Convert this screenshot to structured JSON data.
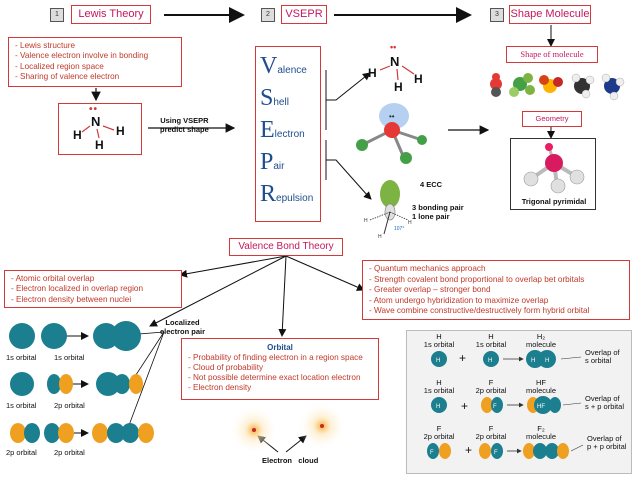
{
  "header": {
    "step1_num": "1",
    "step1_title": "Lewis Theory",
    "step2_num": "2",
    "step2_title": "VSEPR",
    "step3_num": "3",
    "step3_title": "Shape Molecule"
  },
  "lewis": {
    "bullets": [
      "Lewis structure",
      "Valence electron involve in bonding",
      "Localized region space",
      "Sharing of valence electron"
    ],
    "atoms": {
      "n": "N",
      "h1": "H",
      "h2": "H",
      "h3": "H"
    },
    "using_vsepr_line1": "Using VSEPR",
    "using_vsepr_line2": "predict shape"
  },
  "vsepr": {
    "words": [
      {
        "letter": "V",
        "rest": "alence"
      },
      {
        "letter": "S",
        "rest": "hell"
      },
      {
        "letter": "E",
        "rest": "lectron"
      },
      {
        "letter": "P",
        "rest": "air"
      },
      {
        "letter": "R",
        "rest": "epulsion"
      }
    ],
    "ecc": "4 ECC",
    "bonding": "3 bonding pair",
    "lone": "1 lone pair"
  },
  "shape": {
    "shape_of_molecule": "Shape of molecule",
    "geometry": "Geometry",
    "trigonal": "Trigonal pyrimidal"
  },
  "vbt": {
    "title": "Valence Bond Theory",
    "left_bullets": [
      "Atomic  orbital overlap",
      "Electron localized in overlap region",
      " Electron density between nuclei"
    ],
    "right_bullets": [
      "Quantum mechanics approach",
      "Strength covalent bond proportional to overlap bet orbitals",
      "Greater overlap – stronger bond",
      "Atom undergo hybridization to maximize overlap",
      "Wave combine constructive/destructively form hybrid orbital"
    ],
    "localized_line1": "Localized",
    "localized_line2": "electron pair",
    "row_labels": [
      [
        "1s orbital",
        "1s orbital"
      ],
      [
        "1s orbital",
        "2p orbital"
      ],
      [
        "2p orbital",
        "2p orbital"
      ]
    ]
  },
  "orbital": {
    "title": "Orbital",
    "bullets": [
      "Probability of finding electron in a region space",
      "Cloud of probability",
      "Not possible  determine exact location electron",
      "Electron density"
    ],
    "electron": "Electron",
    "cloud": "cloud"
  },
  "overlap": {
    "rows": [
      {
        "a_atom": "H",
        "a_orb": "1s orbital",
        "b_atom": "H",
        "b_orb": "1s orbital",
        "mol_a": "H₂",
        "mol_b": "molecule",
        "note1": "Overlap of",
        "note2": "s orbital"
      },
      {
        "a_atom": "H",
        "a_orb": "1s orbital",
        "b_atom": "F",
        "b_orb": "2p orbital",
        "mol_a": "HF",
        "mol_b": "molecule",
        "note1": "Overlap of",
        "note2": "s + p orbital"
      },
      {
        "a_atom": "F",
        "a_orb": "2p orbital",
        "b_atom": "F",
        "b_orb": "2p orbital",
        "mol_a": "F₂",
        "mol_b": "molecule",
        "note1": "Overlap of",
        "note2": "p + p orbital"
      }
    ],
    "plus": "+"
  },
  "colors": {
    "red": "#d23a3a",
    "blue": "#1f4e8c",
    "teal": "#1b7f8f",
    "orange": "#f0a020"
  }
}
